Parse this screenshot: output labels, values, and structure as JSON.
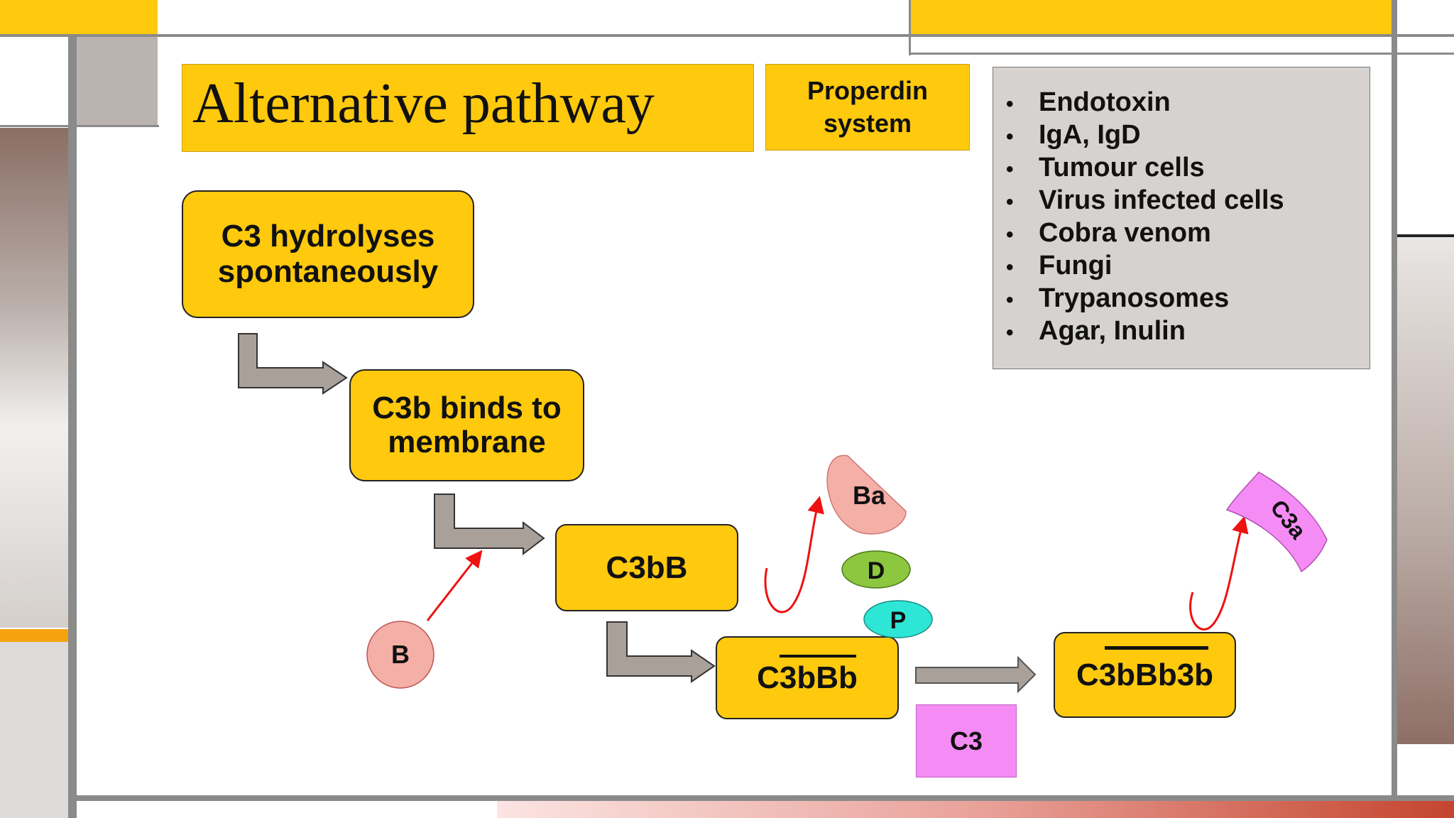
{
  "title": "Alternative pathway",
  "subtitle": "Properdin system",
  "activators": [
    "Endotoxin",
    "IgA, IgD",
    "Tumour cells",
    "Virus infected cells",
    "Cobra venom",
    "Fungi",
    "Trypanosomes",
    "Agar, Inulin"
  ],
  "steps": {
    "hydrolysis": "C3 hydrolyses spontaneously",
    "binding": "C3b binds to membrane",
    "c3bb": "C3bB",
    "c3bbb": "C3bBb",
    "c3bbb3b": "C3bBb3b"
  },
  "factors": {
    "b": "B",
    "ba": "Ba",
    "d": "D",
    "p": "P",
    "c3": "C3",
    "c3a": "C3a"
  },
  "colors": {
    "accent_yellow": "#FFC90E",
    "gray_box": "#D6D2CF",
    "arrow_fill": "#A9A09A",
    "factor_pink": "#F4AFA6",
    "factor_green": "#8DC63F",
    "factor_cyan": "#2EE6D6",
    "factor_magenta": "#F58CF5",
    "curve_red": "#E11"
  }
}
